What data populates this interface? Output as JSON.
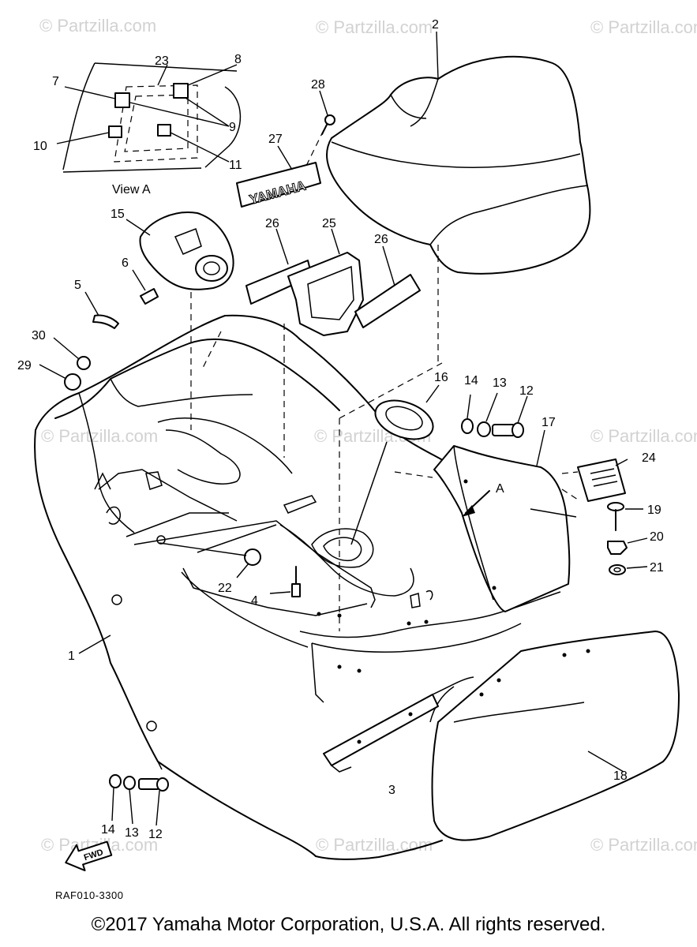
{
  "watermark_text": "© Partzilla.com",
  "view_label": "View A",
  "arrow_a_label": "A",
  "fwd_label": "FWD",
  "decal_text": "YAMAHA",
  "drawing_code": "RAF010-3300",
  "copyright": "©2017  Yamaha Motor Corporation, U.S.A. All rights reserved.",
  "callouts": {
    "c1": "1",
    "c2": "2",
    "c3": "3",
    "c4": "4",
    "c5": "5",
    "c6": "6",
    "c7": "7",
    "c8": "8",
    "c9": "9",
    "c10": "10",
    "c11": "11",
    "c12a": "12",
    "c12b": "12",
    "c13a": "13",
    "c13b": "13",
    "c14a": "14",
    "c14b": "14",
    "c15": "15",
    "c16": "16",
    "c17": "17",
    "c18": "18",
    "c19": "19",
    "c20": "20",
    "c21": "21",
    "c22": "22",
    "c23": "23",
    "c24": "24",
    "c25": "25",
    "c26a": "26",
    "c26b": "26",
    "c27": "27",
    "c28": "28",
    "c29": "29",
    "c30": "30"
  }
}
